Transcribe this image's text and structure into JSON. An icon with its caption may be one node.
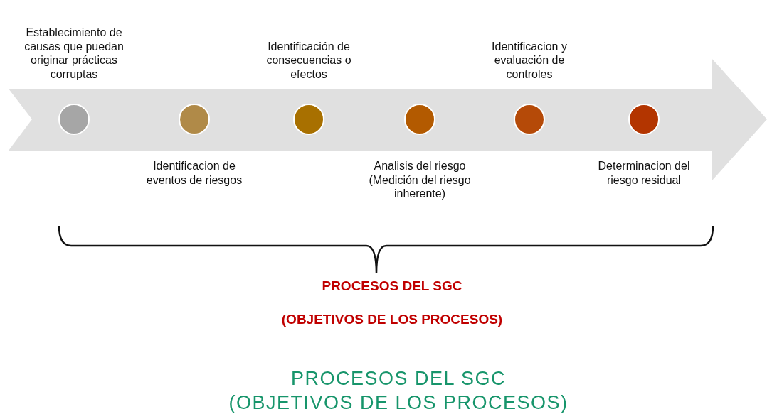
{
  "diagram": {
    "caption": "PROCESOS DEL SGC (OBJETIVOS DE LOS PROCESOS)",
    "nodes": [
      {
        "text": [],
        "shape": "circle",
        "beside": [
          "Establecimiento de causas que puedan originar prácticas corruptas"
        ]
      },
      {
        "text": [],
        "shape": "circle",
        "beside": [
          "Identificacion de eventos de riesgos"
        ]
      },
      {
        "text": [],
        "shape": "circle",
        "beside": [
          "Identificación de consecuencias o efectos"
        ]
      },
      {
        "text": [],
        "shape": "circle",
        "beside": [
          "Analisis del riesgo (Medición del riesgo inherente)"
        ]
      },
      {
        "text": [],
        "shape": "circle",
        "beside": [
          "Identificacion y evaluación de controles"
        ]
      },
      {
        "text": [],
        "shape": "circle",
        "beside": [
          "Determinacion del riesgo residual"
        ]
      }
    ],
    "edges": [],
    "labels": [
      "PROCESOS DEL SGC",
      "(OBJETIVOS DE LOS PROCESOS)"
    ]
  }
}
